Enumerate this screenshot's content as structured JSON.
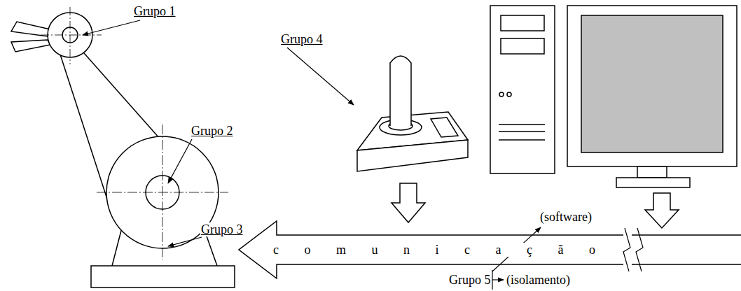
{
  "diagram": {
    "nodes": [
      {
        "text": [
          "c o m u n i c a ç ã o"
        ]
      }
    ],
    "labels": [
      "Grupo 1",
      "Grupo 2",
      "Grupo 3",
      "Grupo 4",
      "(software)",
      "Grupo 5",
      "(isolamento)"
    ]
  }
}
